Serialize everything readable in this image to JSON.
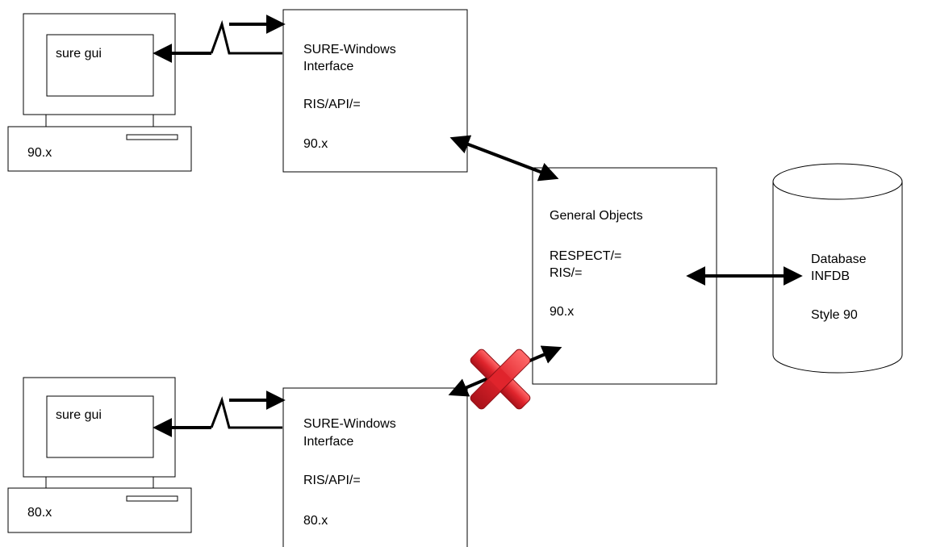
{
  "top_client": {
    "screen_label": "sure gui",
    "version_label": "90.x"
  },
  "top_interface": {
    "line1": "SURE-Windows",
    "line2": "Interface",
    "line3": "RIS/API/=",
    "line4": "90.x"
  },
  "general_objects": {
    "line1": "General Objects",
    "line2": "RESPECT/=",
    "line3": "RIS/=",
    "line4": "90.x"
  },
  "database": {
    "line1": "Database",
    "line2": "INFDB",
    "line3": "Style 90"
  },
  "bottom_client": {
    "screen_label": "sure gui",
    "version_label": "80.x"
  },
  "bottom_interface": {
    "line1": "SURE-Windows",
    "line2": "Interface",
    "line3": "RIS/API/=",
    "line4": "80.x"
  },
  "incompatible_marker": {
    "icon": "red-x-icon",
    "color": "#d8202a"
  }
}
